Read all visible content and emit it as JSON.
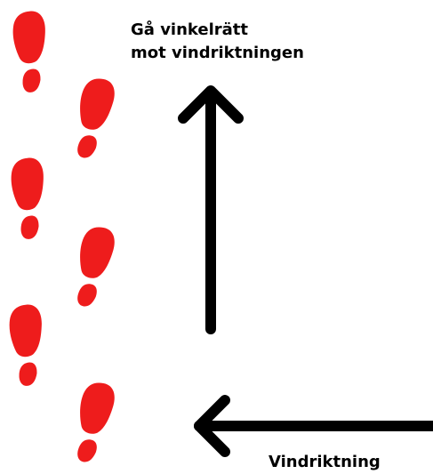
{
  "labels": {
    "walk_line1": "Gå vinkelrätt",
    "walk_line2": "mot vindriktningen",
    "wind_direction": "Vindriktning"
  },
  "colors": {
    "footprint": "#ee1c1c",
    "arrow": "#000000",
    "background": "#ffffff"
  },
  "icons": {
    "footprint": "footprint-icon",
    "up_arrow": "up-arrow-icon",
    "left_arrow": "left-arrow-icon"
  }
}
